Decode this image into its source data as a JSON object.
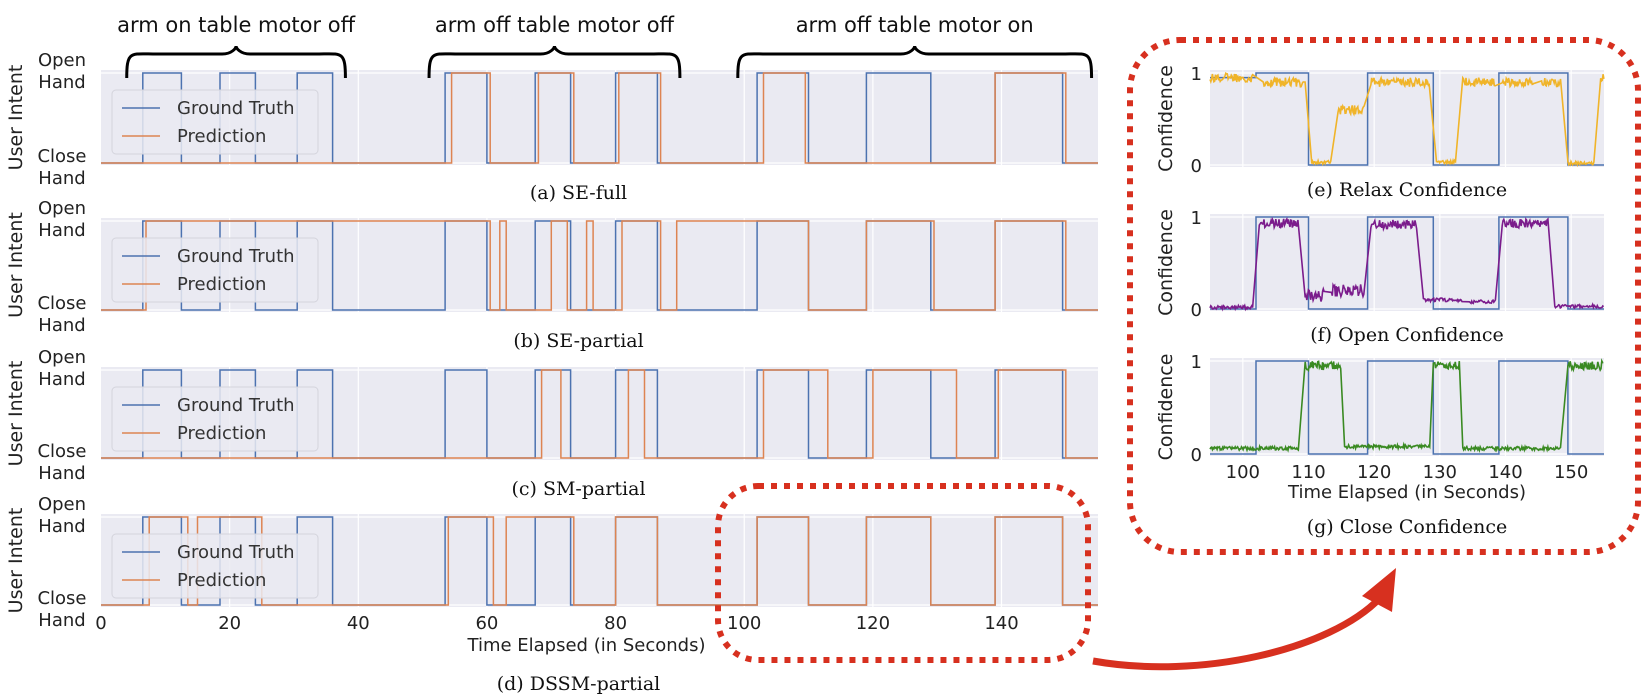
{
  "colors": {
    "panel_bg": "#eaeaf2",
    "ground_truth": "#4c72b0",
    "prediction": "#dd8452",
    "relax": "#f0b429",
    "open": "#7b1c8c",
    "close": "#3a8a22",
    "highlight": "#d7301f"
  },
  "annotations": [
    {
      "label": "arm on table motor off",
      "x_range": [
        4,
        38
      ]
    },
    {
      "label": "arm off table motor off",
      "x_range": [
        51,
        90
      ]
    },
    {
      "label": "arm off table motor on",
      "x_range": [
        99,
        154
      ]
    }
  ],
  "chart_data": [
    {
      "id": "a",
      "type": "line",
      "caption": "(a) SE-full",
      "ylabel": "User Intent",
      "yticks": [
        "Close\nHand",
        "Open\nHand"
      ],
      "xlim": [
        0,
        155
      ],
      "ylim": [
        0,
        1
      ],
      "grid": true,
      "legend_position": "upper-left",
      "series": [
        {
          "name": "Ground Truth",
          "color_key": "ground_truth",
          "steps": [
            [
              0,
              0
            ],
            [
              6.5,
              1
            ],
            [
              12.5,
              0
            ],
            [
              18.5,
              1
            ],
            [
              24,
              0
            ],
            [
              30.5,
              1
            ],
            [
              36,
              0
            ],
            [
              53.5,
              1
            ],
            [
              60,
              0
            ],
            [
              67.5,
              1
            ],
            [
              73,
              0
            ],
            [
              80,
              1
            ],
            [
              86.5,
              0
            ],
            [
              102,
              1
            ],
            [
              110,
              0
            ],
            [
              119,
              1
            ],
            [
              129,
              0
            ],
            [
              139,
              1
            ],
            [
              149.5,
              0
            ],
            [
              155,
              0
            ]
          ]
        },
        {
          "name": "Prediction",
          "color_key": "prediction",
          "steps": [
            [
              0,
              0
            ],
            [
              54.5,
              1
            ],
            [
              60.5,
              0
            ],
            [
              68,
              1
            ],
            [
              73.5,
              0
            ],
            [
              80.5,
              1
            ],
            [
              87,
              0
            ],
            [
              103,
              1
            ],
            [
              109.5,
              0
            ],
            [
              139,
              1
            ],
            [
              150,
              0
            ],
            [
              155,
              0
            ]
          ]
        }
      ]
    },
    {
      "id": "b",
      "type": "line",
      "caption": "(b) SE-partial",
      "ylabel": "User Intent",
      "yticks": [
        "Close\nHand",
        "Open\nHand"
      ],
      "xlim": [
        0,
        155
      ],
      "ylim": [
        0,
        1
      ],
      "grid": true,
      "legend_position": "upper-left",
      "series": [
        {
          "name": "Ground Truth",
          "color_key": "ground_truth",
          "steps": [
            [
              0,
              0
            ],
            [
              6.5,
              1
            ],
            [
              12.5,
              0
            ],
            [
              18.5,
              1
            ],
            [
              24,
              0
            ],
            [
              30.5,
              1
            ],
            [
              36,
              0
            ],
            [
              53.5,
              1
            ],
            [
              60,
              0
            ],
            [
              67.5,
              1
            ],
            [
              73,
              0
            ],
            [
              80,
              1
            ],
            [
              86.5,
              0
            ],
            [
              102,
              1
            ],
            [
              110,
              0
            ],
            [
              119,
              1
            ],
            [
              129,
              0
            ],
            [
              139,
              1
            ],
            [
              149.5,
              0
            ],
            [
              155,
              0
            ]
          ]
        },
        {
          "name": "Prediction",
          "color_key": "prediction",
          "steps": [
            [
              0,
              0
            ],
            [
              7,
              1
            ],
            [
              60.5,
              0
            ],
            [
              62,
              1
            ],
            [
              63,
              0
            ],
            [
              70,
              1
            ],
            [
              72.5,
              0
            ],
            [
              75.5,
              1
            ],
            [
              76.5,
              0
            ],
            [
              81,
              1
            ],
            [
              87,
              0
            ],
            [
              89.5,
              1
            ],
            [
              110,
              0
            ],
            [
              119,
              1
            ],
            [
              129.5,
              0
            ],
            [
              139,
              1
            ],
            [
              150,
              0
            ],
            [
              155,
              0
            ]
          ]
        }
      ]
    },
    {
      "id": "c",
      "type": "line",
      "caption": "(c) SM-partial",
      "ylabel": "User Intent",
      "yticks": [
        "Close\nHand",
        "Open\nHand"
      ],
      "xlim": [
        0,
        155
      ],
      "ylim": [
        0,
        1
      ],
      "grid": true,
      "legend_position": "upper-left",
      "series": [
        {
          "name": "Ground Truth",
          "color_key": "ground_truth",
          "steps": [
            [
              0,
              0
            ],
            [
              6.5,
              1
            ],
            [
              12.5,
              0
            ],
            [
              18.5,
              1
            ],
            [
              24,
              0
            ],
            [
              30.5,
              1
            ],
            [
              36,
              0
            ],
            [
              53.5,
              1
            ],
            [
              60,
              0
            ],
            [
              67.5,
              1
            ],
            [
              73,
              0
            ],
            [
              80,
              1
            ],
            [
              86.5,
              0
            ],
            [
              102,
              1
            ],
            [
              110,
              0
            ],
            [
              119,
              1
            ],
            [
              129,
              0
            ],
            [
              139,
              1
            ],
            [
              149.5,
              0
            ],
            [
              155,
              0
            ]
          ]
        },
        {
          "name": "Prediction",
          "color_key": "prediction",
          "steps": [
            [
              0,
              0
            ],
            [
              68.5,
              1
            ],
            [
              71.5,
              0
            ],
            [
              82,
              1
            ],
            [
              84.5,
              0
            ],
            [
              103,
              1
            ],
            [
              113,
              0
            ],
            [
              120,
              1
            ],
            [
              133,
              0
            ],
            [
              139.5,
              1
            ],
            [
              150,
              0
            ],
            [
              155,
              0
            ]
          ]
        }
      ]
    },
    {
      "id": "d",
      "type": "line",
      "caption": "(d) DSSM-partial",
      "ylabel": "User Intent",
      "yticks": [
        "Close\nHand",
        "Open\nHand"
      ],
      "xlim": [
        0,
        155
      ],
      "ylim": [
        0,
        1
      ],
      "xticks": [
        0,
        20,
        40,
        60,
        80,
        100,
        120,
        140
      ],
      "xlabel": "Time Elapsed (in Seconds)",
      "grid": true,
      "legend_position": "upper-left",
      "series": [
        {
          "name": "Ground Truth",
          "color_key": "ground_truth",
          "steps": [
            [
              0,
              0
            ],
            [
              6.5,
              1
            ],
            [
              12.5,
              0
            ],
            [
              18.5,
              1
            ],
            [
              24,
              0
            ],
            [
              30.5,
              1
            ],
            [
              36,
              0
            ],
            [
              53.5,
              1
            ],
            [
              60,
              0
            ],
            [
              67.5,
              1
            ],
            [
              73,
              0
            ],
            [
              80,
              1
            ],
            [
              86.5,
              0
            ],
            [
              102,
              1
            ],
            [
              110,
              0
            ],
            [
              119,
              1
            ],
            [
              129,
              0
            ],
            [
              139,
              1
            ],
            [
              149.5,
              0
            ],
            [
              155,
              0
            ]
          ]
        },
        {
          "name": "Prediction",
          "color_key": "prediction",
          "steps": [
            [
              0,
              0
            ],
            [
              7.5,
              1
            ],
            [
              13.5,
              0
            ],
            [
              15,
              1
            ],
            [
              25,
              0
            ],
            [
              54,
              1
            ],
            [
              61,
              0
            ],
            [
              63,
              1
            ],
            [
              73.5,
              0
            ],
            [
              80,
              1
            ],
            [
              86.5,
              0
            ],
            [
              102,
              1
            ],
            [
              110,
              0
            ],
            [
              119,
              1
            ],
            [
              129,
              0
            ],
            [
              139,
              1
            ],
            [
              149.5,
              0
            ],
            [
              155,
              0
            ]
          ]
        }
      ]
    },
    {
      "id": "e",
      "type": "line",
      "caption": "(e) Relax Confidence",
      "ylabel": "Confidence",
      "yticks": [
        "0",
        "1"
      ],
      "xlim": [
        95,
        155
      ],
      "ylim": [
        0,
        1
      ],
      "grid": true,
      "series": [
        {
          "name": "",
          "color_key": "ground_truth",
          "steps": [
            [
              95,
              0.95
            ],
            [
              102,
              0.95
            ],
            [
              102,
              1
            ],
            [
              110,
              1
            ],
            [
              110,
              0
            ],
            [
              119,
              0
            ],
            [
              119,
              1
            ],
            [
              129,
              1
            ],
            [
              129,
              0
            ],
            [
              139,
              0
            ],
            [
              139,
              1
            ],
            [
              149.5,
              1
            ],
            [
              149.5,
              0
            ],
            [
              155,
              0
            ]
          ]
        },
        {
          "name": "",
          "color_key": "relax",
          "level_segments": [
            [
              95,
              101.5,
              0.95
            ],
            [
              103,
              109.5,
              0.9
            ],
            [
              110.5,
              113.5,
              0.03
            ],
            [
              114.5,
              118.5,
              0.6
            ],
            [
              119.5,
              128.5,
              0.9
            ],
            [
              129.5,
              132.5,
              0.03
            ],
            [
              133.5,
              138.5,
              0.9
            ],
            [
              139.5,
              144.5,
              0.9
            ],
            [
              145.5,
              148.5,
              0.9
            ],
            [
              149.5,
              153.5,
              0.02
            ],
            [
              154.5,
              155,
              0.95
            ]
          ]
        }
      ]
    },
    {
      "id": "f",
      "type": "line",
      "caption": "(f) Open Confidence",
      "ylabel": "Confidence",
      "yticks": [
        "0",
        "1"
      ],
      "xlim": [
        95,
        155
      ],
      "ylim": [
        0,
        1
      ],
      "grid": true,
      "series": [
        {
          "name": "",
          "color_key": "ground_truth",
          "steps": [
            [
              95,
              0
            ],
            [
              102,
              0
            ],
            [
              102,
              1
            ],
            [
              110,
              1
            ],
            [
              110,
              0
            ],
            [
              119,
              0
            ],
            [
              119,
              1
            ],
            [
              129,
              1
            ],
            [
              129,
              0
            ],
            [
              139,
              0
            ],
            [
              139,
              1
            ],
            [
              149.5,
              1
            ],
            [
              149.5,
              0
            ],
            [
              155,
              0
            ]
          ]
        },
        {
          "name": "",
          "color_key": "open",
          "level_segments": [
            [
              95,
              101.5,
              0.02
            ],
            [
              102.5,
              108.5,
              0.93
            ],
            [
              109.5,
              112.5,
              0.15
            ],
            [
              113.5,
              118.5,
              0.2
            ],
            [
              119.5,
              126.5,
              0.92
            ],
            [
              127.5,
              133.5,
              0.1
            ],
            [
              134.5,
              138.5,
              0.08
            ],
            [
              139.5,
              146.5,
              0.93
            ],
            [
              147.5,
              155,
              0.03
            ]
          ]
        }
      ]
    },
    {
      "id": "g",
      "type": "line",
      "caption": "(g) Close Confidence",
      "ylabel": "Confidence",
      "yticks": [
        "0",
        "1"
      ],
      "xlim": [
        95,
        155
      ],
      "ylim": [
        0,
        1
      ],
      "xticks": [
        100,
        110,
        120,
        130,
        140,
        150
      ],
      "xlabel": "Time Elapsed (in Seconds)",
      "grid": true,
      "series": [
        {
          "name": "",
          "color_key": "ground_truth",
          "steps": [
            [
              95,
              0
            ],
            [
              102,
              0
            ],
            [
              102,
              1
            ],
            [
              110,
              1
            ],
            [
              110,
              0
            ],
            [
              119,
              0
            ],
            [
              119,
              1
            ],
            [
              129,
              1
            ],
            [
              129,
              0
            ],
            [
              139,
              0
            ],
            [
              139,
              1
            ],
            [
              149.5,
              1
            ],
            [
              149.5,
              0
            ],
            [
              155,
              0
            ]
          ]
        },
        {
          "name": "",
          "color_key": "close",
          "level_segments": [
            [
              95,
              108.5,
              0.06
            ],
            [
              109.5,
              115,
              0.95
            ],
            [
              115.5,
              128.5,
              0.08
            ],
            [
              129,
              133,
              0.95
            ],
            [
              133.5,
              148.5,
              0.06
            ],
            [
              149.5,
              155,
              0.95
            ]
          ]
        }
      ]
    }
  ]
}
